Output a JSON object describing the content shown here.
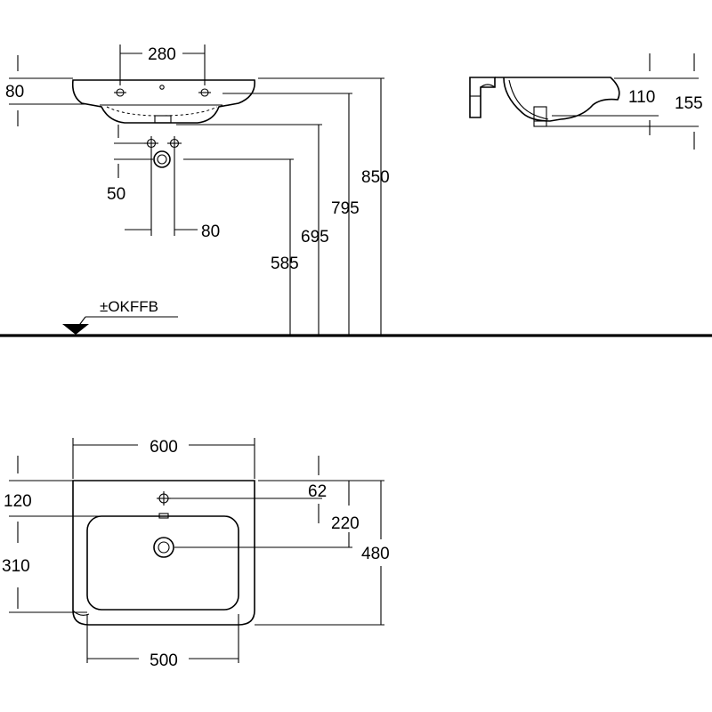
{
  "dimensions": {
    "tap_spacing": "280",
    "rim_height": "80",
    "total_height": "850",
    "overflow_height": "795",
    "waste_height": "695",
    "trap_height": "585",
    "supply_vertical": "50",
    "supply_horizontal": "80",
    "reference_level": "±OKFFB",
    "side_depth_1": "110",
    "side_depth_2": "155",
    "width_total": "600",
    "width_bowl": "500",
    "tap_depth": "120",
    "bowl_depth": "310",
    "overflow_offset": "62",
    "drain_offset": "220",
    "depth_total": "480"
  }
}
